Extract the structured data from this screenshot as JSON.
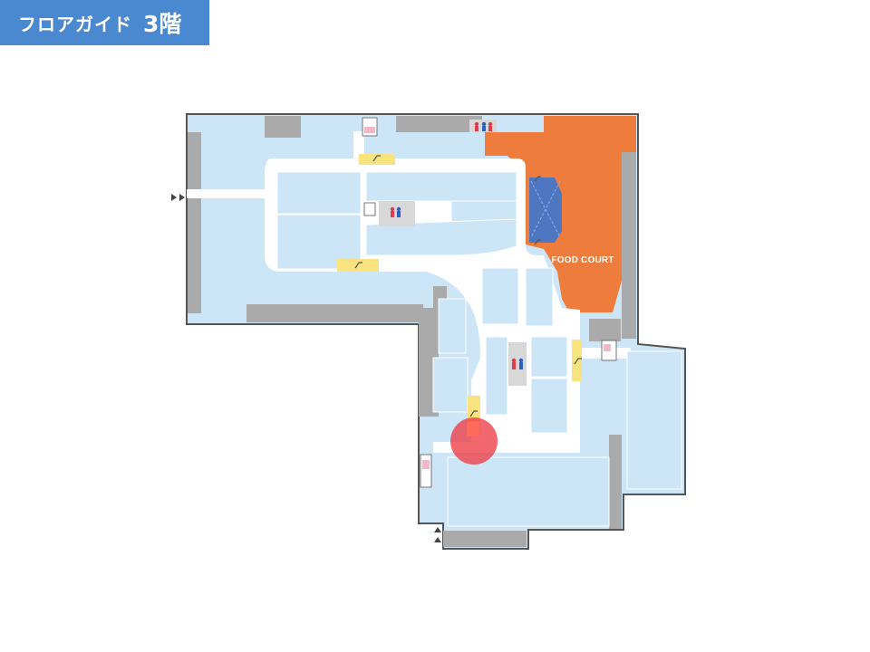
{
  "header": {
    "title": "フロアガイド",
    "floor": "3階"
  },
  "map": {
    "food_court_label": "FOOD COURT",
    "colors": {
      "shop": "#cde6f7",
      "wall": "#555555",
      "service": "#aaaaaa",
      "corridor": "#ffffff",
      "food_court": "#ee7d3d",
      "escalator": "#f9e37f",
      "stair_plan": "#4f76c0",
      "current_location": "#ee3b45",
      "title_bg": "#4a88cf"
    },
    "icons": [
      "escalator-icon",
      "restroom-icon",
      "stairs-icon",
      "entrance-arrow-icon",
      "current-location-marker"
    ]
  }
}
